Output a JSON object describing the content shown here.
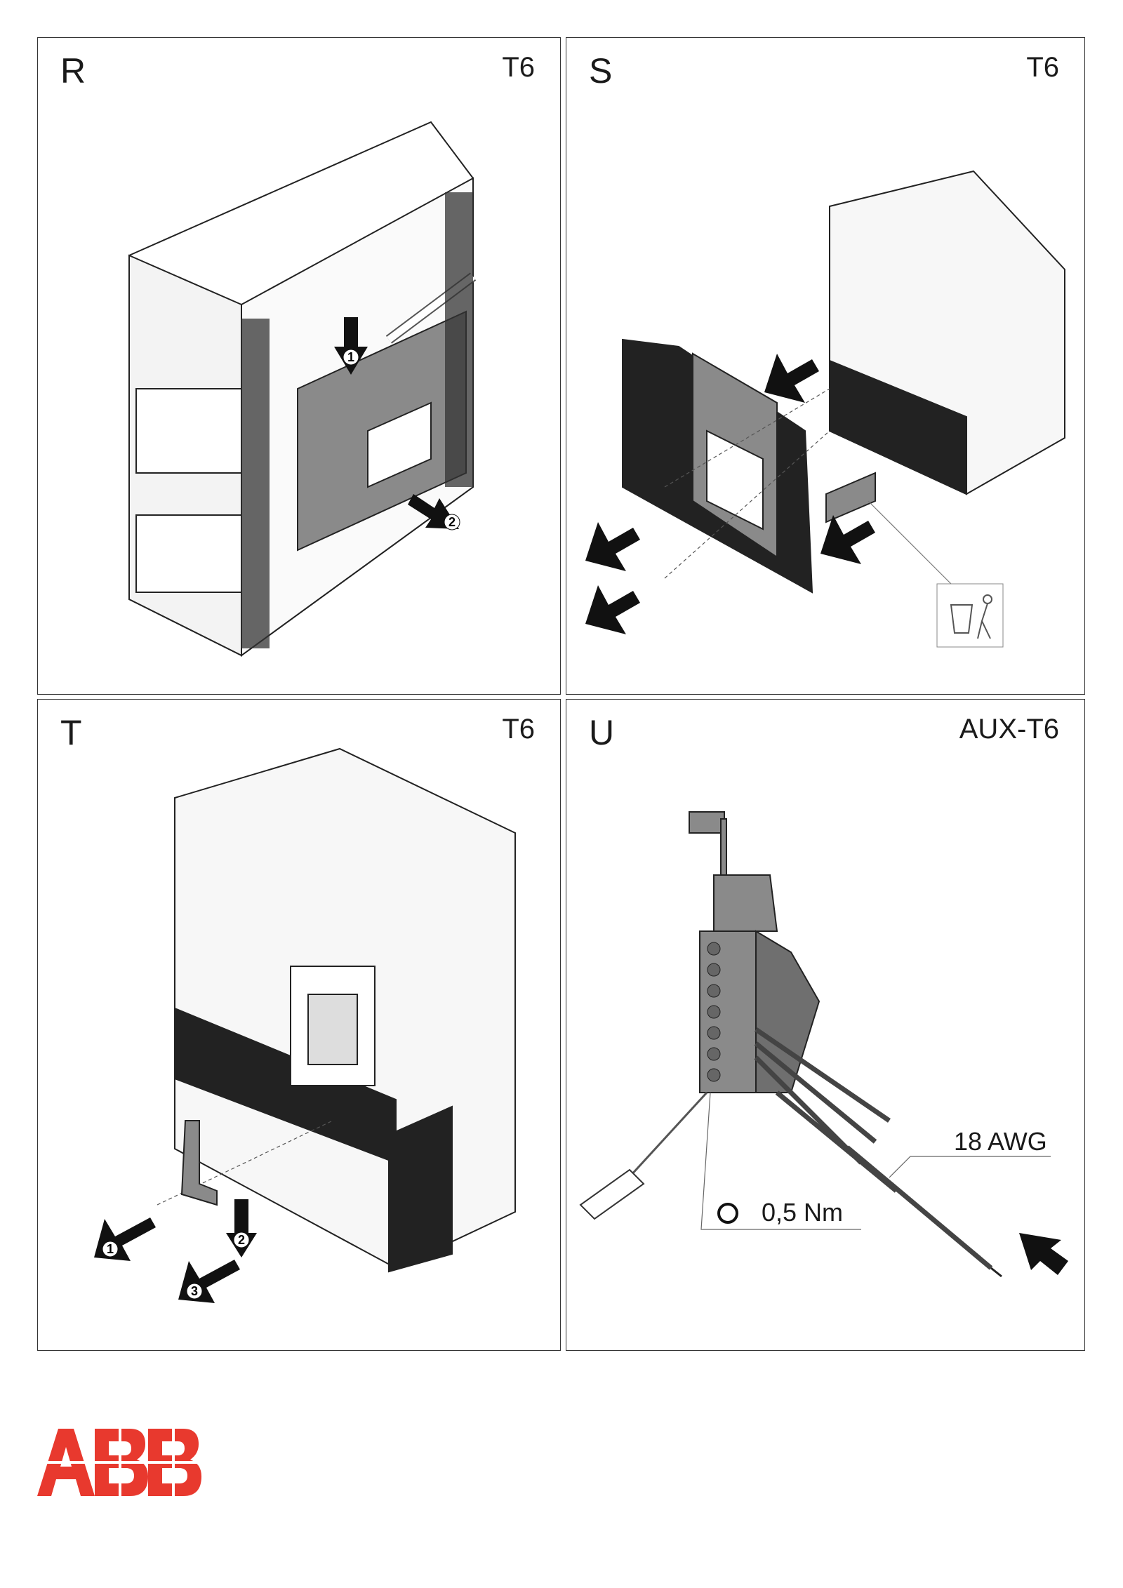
{
  "panels": [
    {
      "letter": "R",
      "model": "T6",
      "steps": [
        "1",
        "2"
      ]
    },
    {
      "letter": "S",
      "model": "T6"
    },
    {
      "letter": "T",
      "model": "T6",
      "steps": [
        "1",
        "2",
        "3"
      ]
    },
    {
      "letter": "U",
      "model": "AUX-T6",
      "torque": "0,5 Nm",
      "wire_gauge": "18 AWG"
    }
  ],
  "logo": {
    "text": "ABB",
    "color": "#e8392e"
  },
  "icons": [
    "arrow-icon",
    "trash-bin-disposal-icon",
    "torque-rotation-icon",
    "screwdriver-icon"
  ]
}
